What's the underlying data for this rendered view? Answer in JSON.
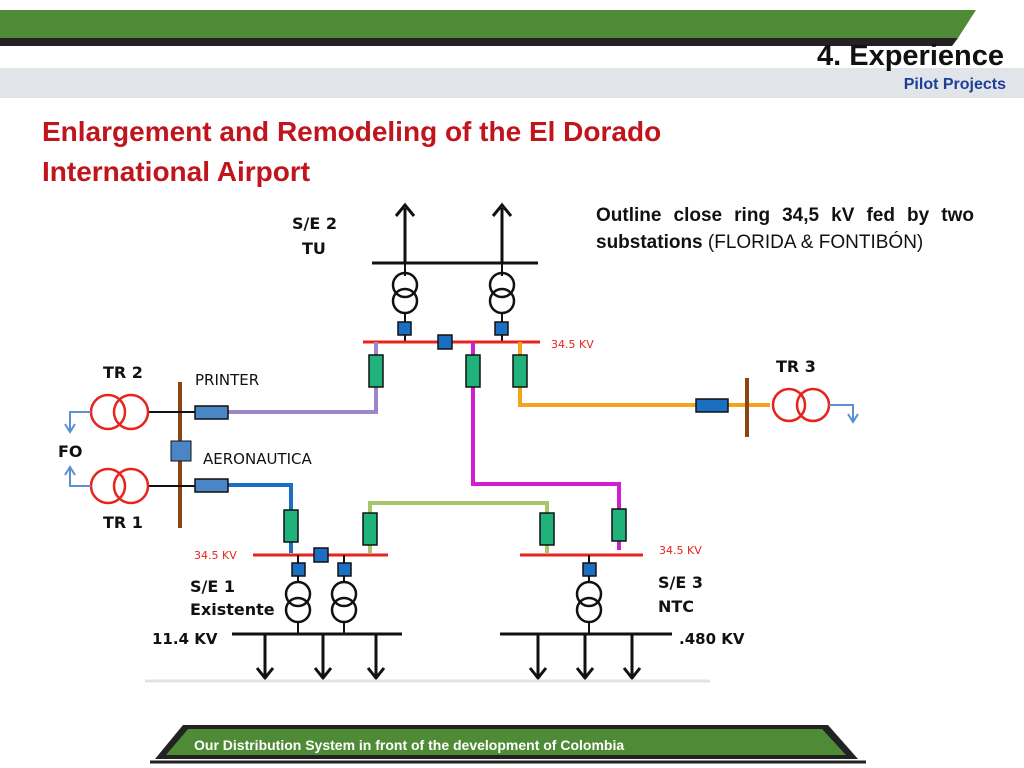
{
  "header": {
    "section_title": "4. Experience",
    "section_subtitle": "Pilot Projects",
    "colors": {
      "band_green": "#4f8b36",
      "band_dark": "#222222",
      "band_gray": "#c9ced6"
    }
  },
  "slide": {
    "title_line1": "Enlargement and Remodeling of the El Dorado",
    "title_line2": "International Airport"
  },
  "outline": {
    "bold_text": "Outline close ring 34,5 kV fed by two substations",
    "normal_text": " (FLORIDA & FONTIBÓN)"
  },
  "diagram": {
    "substations": {
      "se2_line1": "S/E 2",
      "se2_line2": "TU",
      "se1_line1": "S/E 1",
      "se1_line2": "Existente",
      "se3_line1": "S/E 3",
      "se3_line2": "NTC"
    },
    "transformers": {
      "tr1": "TR 1",
      "tr2": "TR 2",
      "tr3": "TR 3",
      "fo": "FO"
    },
    "feeders": {
      "printer": "PRINTER",
      "aeronautica": "AERONAUTICA"
    },
    "voltages": {
      "kv_top": "34.5 KV",
      "kv_left": "34.5 KV",
      "kv_right": "34.5 KV",
      "lv_left": "11.4 KV",
      "lv_right": ".480 KV"
    },
    "colors": {
      "bus_red": "#e8231d",
      "breaker_blue": "#1a6fc2",
      "switch_green": "#1fb27a",
      "line_purple": "#9b86c9",
      "line_blue": "#1a6fc2",
      "line_magenta": "#d11fce",
      "line_orange": "#f5a21c",
      "line_olive": "#a9c56b",
      "pole_brown": "#8b4513"
    }
  },
  "footer": {
    "text": "Our Distribution System in front of the development of Colombia"
  }
}
